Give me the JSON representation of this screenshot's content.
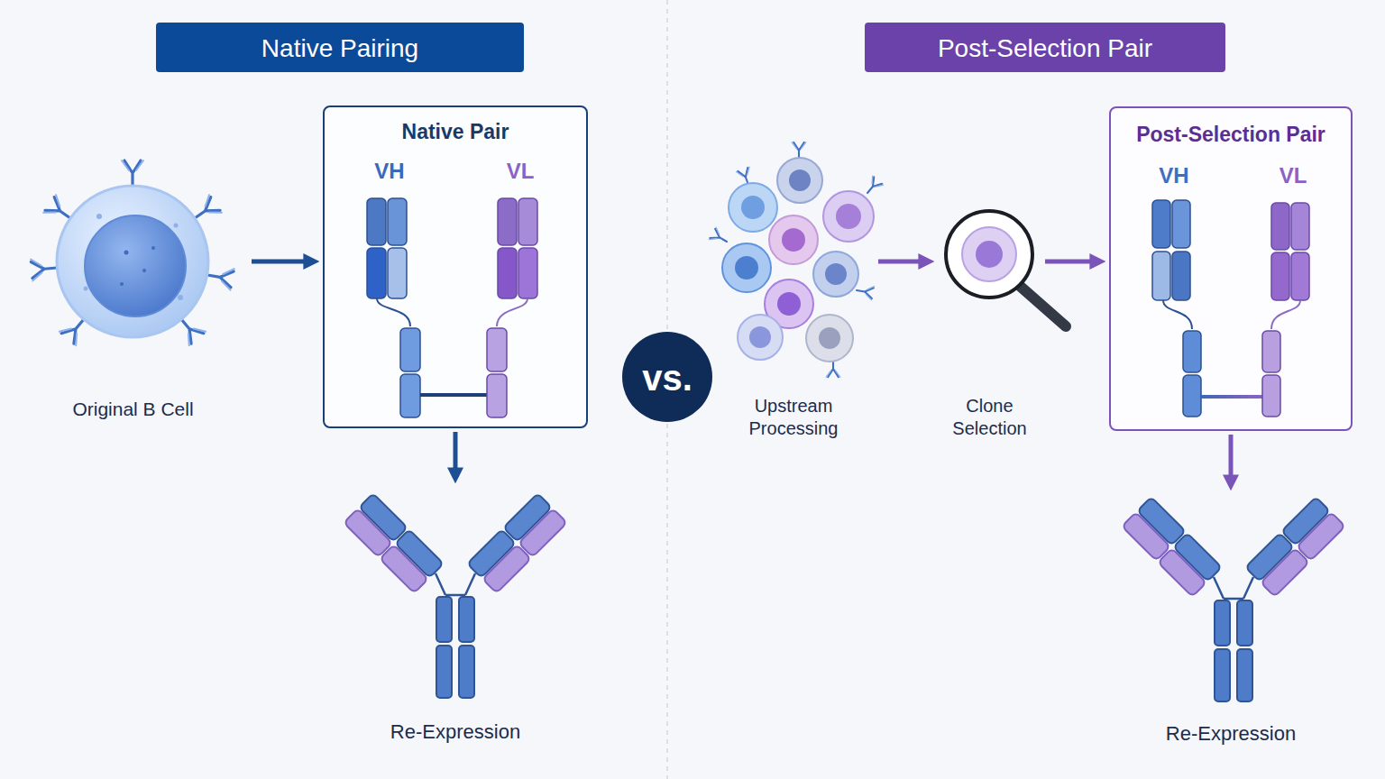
{
  "diagram": {
    "nodes": [
      {
        "text": [
          "Native Pairing"
        ]
      },
      {
        "text": [
          "Original B Cell"
        ]
      },
      {
        "text": [
          "Native Pair",
          "VH",
          "VL"
        ]
      },
      {
        "text": [
          "Re-Expression"
        ]
      },
      {
        "text": [
          "vs."
        ]
      },
      {
        "text": [
          "Post-Selection Pair"
        ]
      },
      {
        "text": [
          "Upstream Processing"
        ]
      },
      {
        "text": [
          "Clone Selection"
        ]
      },
      {
        "text": [
          "Post-Selection Pair",
          "VH",
          "VL"
        ]
      },
      {
        "text": [
          "Re-Expression"
        ]
      }
    ],
    "edges": [
      {
        "from": 1,
        "to": 2,
        "arrow": "to"
      },
      {
        "from": 2,
        "to": 3,
        "arrow": "to"
      },
      {
        "from": 6,
        "to": 7,
        "arrow": "to"
      },
      {
        "from": 7,
        "to": 8,
        "arrow": "to"
      },
      {
        "from": 8,
        "to": 9,
        "arrow": "to"
      }
    ]
  }
}
